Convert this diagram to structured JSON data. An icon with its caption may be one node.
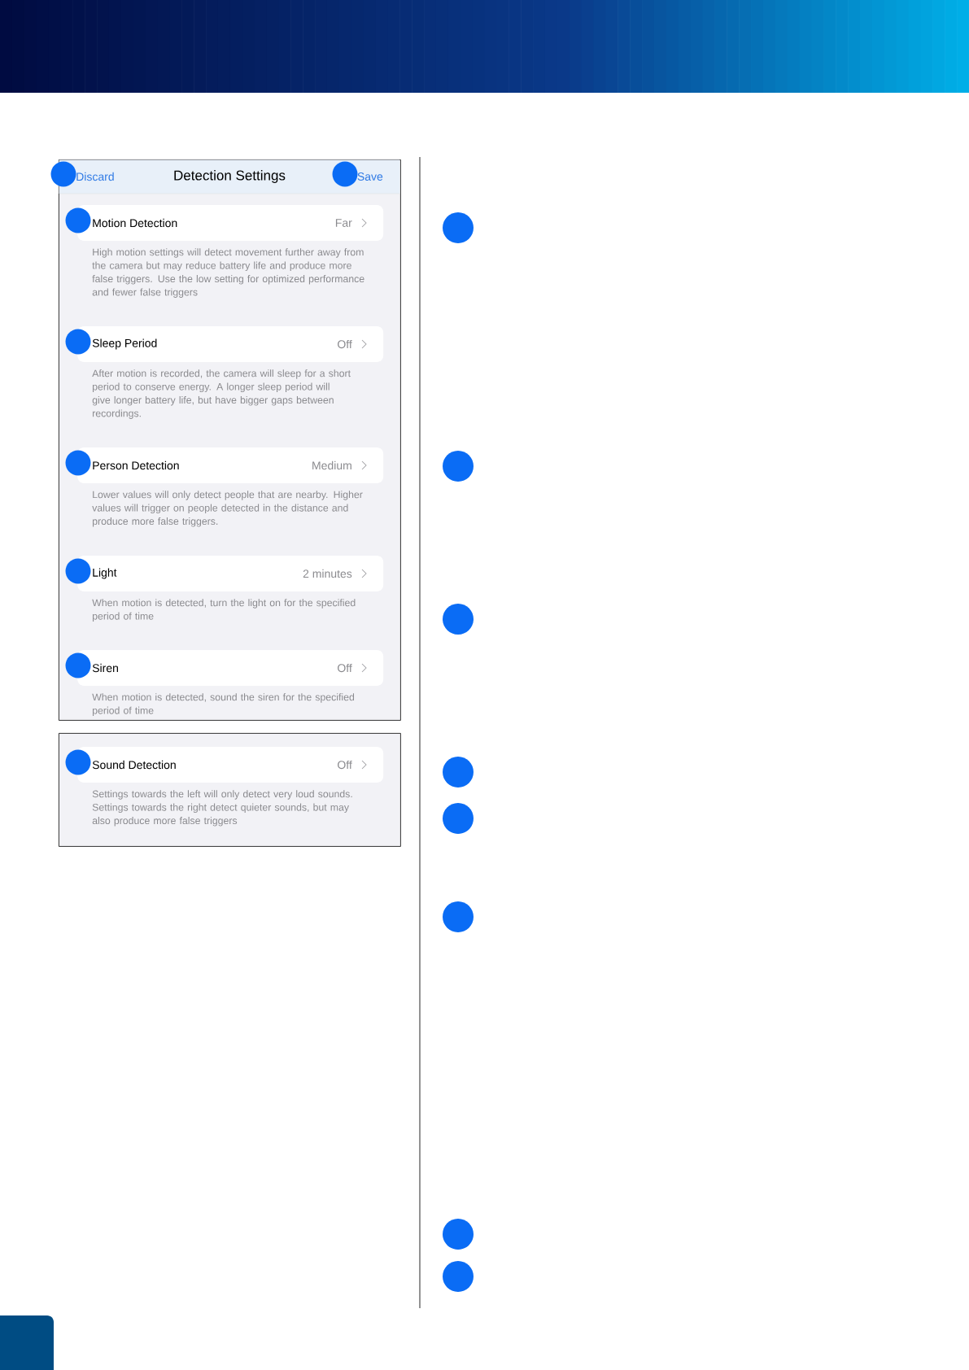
{
  "diagram": {
    "nodes": [
      {
        "text": [
          "Discard",
          "Detection Settings",
          "Save"
        ]
      },
      {
        "text": [
          "Motion Detection",
          "Far"
        ],
        "in": 0,
        "beside": [
          "High motion settings will detect movement further away from the camera but may reduce battery life and produce more false triggers. Use the low setting for optimized performance and fewer false triggers"
        ]
      },
      {
        "text": [
          "Sleep Period",
          "Off"
        ],
        "in": 0,
        "beside": [
          "After motion is recorded, the camera will sleep for a short period to conserve energy. A longer sleep period will give longer battery life, but have bigger gaps between recordings."
        ]
      },
      {
        "text": [
          "Person Detection",
          "Medium"
        ],
        "in": 0,
        "beside": [
          "Lower values will only detect people that are nearby. Higher values will trigger on people detected in the distance and produce more false triggers."
        ]
      },
      {
        "text": [
          "Light",
          "2 minutes"
        ],
        "in": 0,
        "beside": [
          "When motion is detected, turn the light on for the specified period of time"
        ]
      },
      {
        "text": [
          "Siren",
          "Off"
        ],
        "in": 0,
        "beside": [
          "When motion is detected, sound the siren for the specified period of time"
        ]
      },
      {
        "text": [],
        "shape": "box"
      },
      {
        "text": [
          "Sound Detection",
          "Off"
        ],
        "in": 6,
        "beside": [
          "Settings towards the left will only detect very loud sounds. Settings towards the right detect quieter sounds, but may also produce more false triggers"
        ]
      }
    ],
    "edges": []
  }
}
